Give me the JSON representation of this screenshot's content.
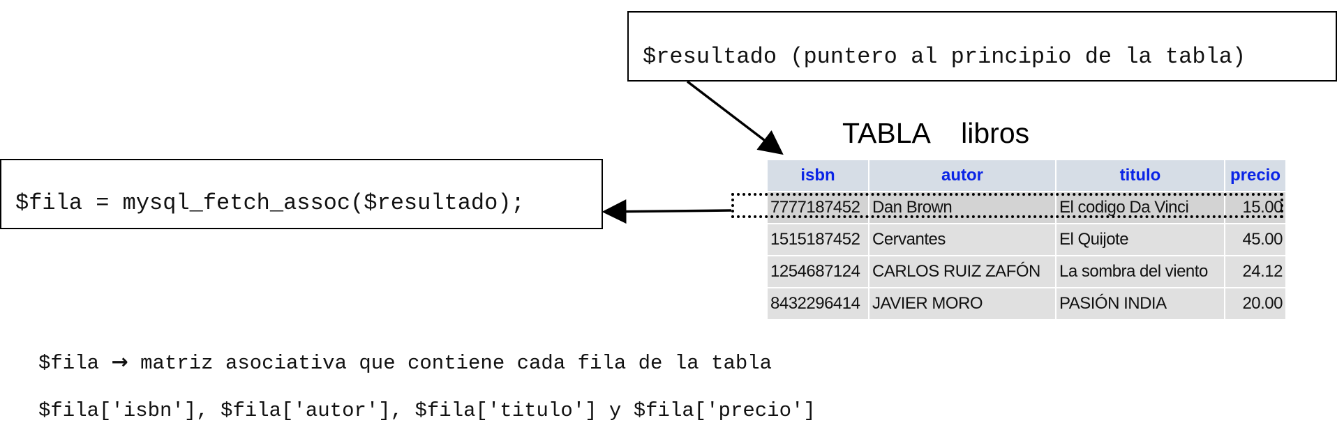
{
  "callouts": {
    "resultado": "$resultado (puntero al principio de la tabla)",
    "fila": "$fila = mysql_fetch_assoc($resultado);"
  },
  "table": {
    "title": "TABLA    libros",
    "headers": [
      "isbn",
      "autor",
      "titulo",
      "precio"
    ],
    "rows": [
      [
        "7777187452",
        "Dan Brown",
        "El codigo Da Vinci",
        "15.00"
      ],
      [
        "1515187452",
        "Cervantes",
        "El Quijote",
        "45.00"
      ],
      [
        "1254687124",
        "CARLOS RUIZ ZAFÓN",
        "La sombra del viento",
        "24.12"
      ],
      [
        "8432296414",
        "JAVIER MORO",
        "PASIÓN INDIA",
        "20.00"
      ]
    ]
  },
  "notes": {
    "line1_prefix": "$fila ",
    "line1_arrow": "→",
    "line1_text": " matriz asociativa que contiene cada fila de la tabla",
    "line2": "$fila['isbn'], $fila['autor'], $fila['titulo'] y $fila['precio']"
  },
  "colors": {
    "header_text": "#0a24e6",
    "header_bg": "#d6dde6",
    "cell_bg": "#e0e0e0"
  }
}
